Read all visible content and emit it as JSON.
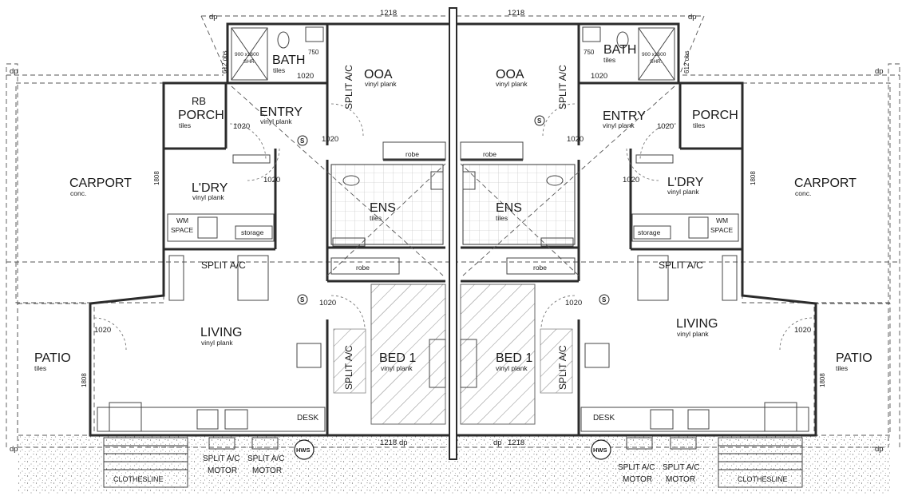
{
  "dims": {
    "dp": "dp",
    "d1218": "1218",
    "d1020": "1020",
    "d1808": "1808",
    "d750": "750",
    "d612": "612 obs",
    "shower": "900 x1600",
    "shr": "SHR."
  },
  "unit_left": {
    "bath": "BATH",
    "bath_finish": "tiles",
    "ooa": "OOA",
    "ooa_finish": "vinyl plank",
    "entry": "ENTRY",
    "entry_finish": "vinyl plank",
    "rb": "RB",
    "porch": "PORCH",
    "porch_finish": "tiles",
    "carport": "CARPORT",
    "carport_finish": "conc.",
    "laundry": "L'DRY",
    "laundry_finish": "vinyl plank",
    "wm1": "WM",
    "wm2": "SPACE",
    "storage": "storage",
    "robe": "robe",
    "ens": "ENS",
    "ens_finish": "tiles",
    "split_ac": "SPLIT A/C",
    "living": "LIVING",
    "living_finish": "vinyl plank",
    "patio": "PATIO",
    "patio_finish": "tiles",
    "bed": "BED 1",
    "bed_finish": "vinyl plank",
    "desk": "DESK",
    "motor": "MOTOR",
    "hws": "HWS",
    "clothesline": "CLOTHESLINE",
    "s": "S"
  },
  "unit_right": {
    "bath": "BATH",
    "bath_finish": "tiles",
    "ooa": "OOA",
    "ooa_finish": "vinyl plank",
    "entry": "ENTRY",
    "entry_finish": "vinyl plank",
    "porch": "PORCH",
    "porch_finish": "tiles",
    "carport": "CARPORT",
    "carport_finish": "conc.",
    "laundry": "L'DRY",
    "laundry_finish": "vinyl plank",
    "wm1": "WM",
    "wm2": "SPACE",
    "storage": "storage",
    "robe": "robe",
    "ens": "ENS",
    "ens_finish": "tiles",
    "split_ac": "SPLIT A/C",
    "living": "LIVING",
    "living_finish": "vinyl plank",
    "patio": "PATIO",
    "patio_finish": "tiles",
    "bed": "BED 1",
    "bed_finish": "vinyl plank",
    "desk": "DESK",
    "motor": "MOTOR",
    "hws": "HWS",
    "clothesline": "CLOTHESLINE",
    "s": "S"
  },
  "colors": {
    "ink": "#1a1a1a",
    "wall": "#2b2b2b",
    "hatch": "#888888",
    "gravel": "#555555"
  }
}
